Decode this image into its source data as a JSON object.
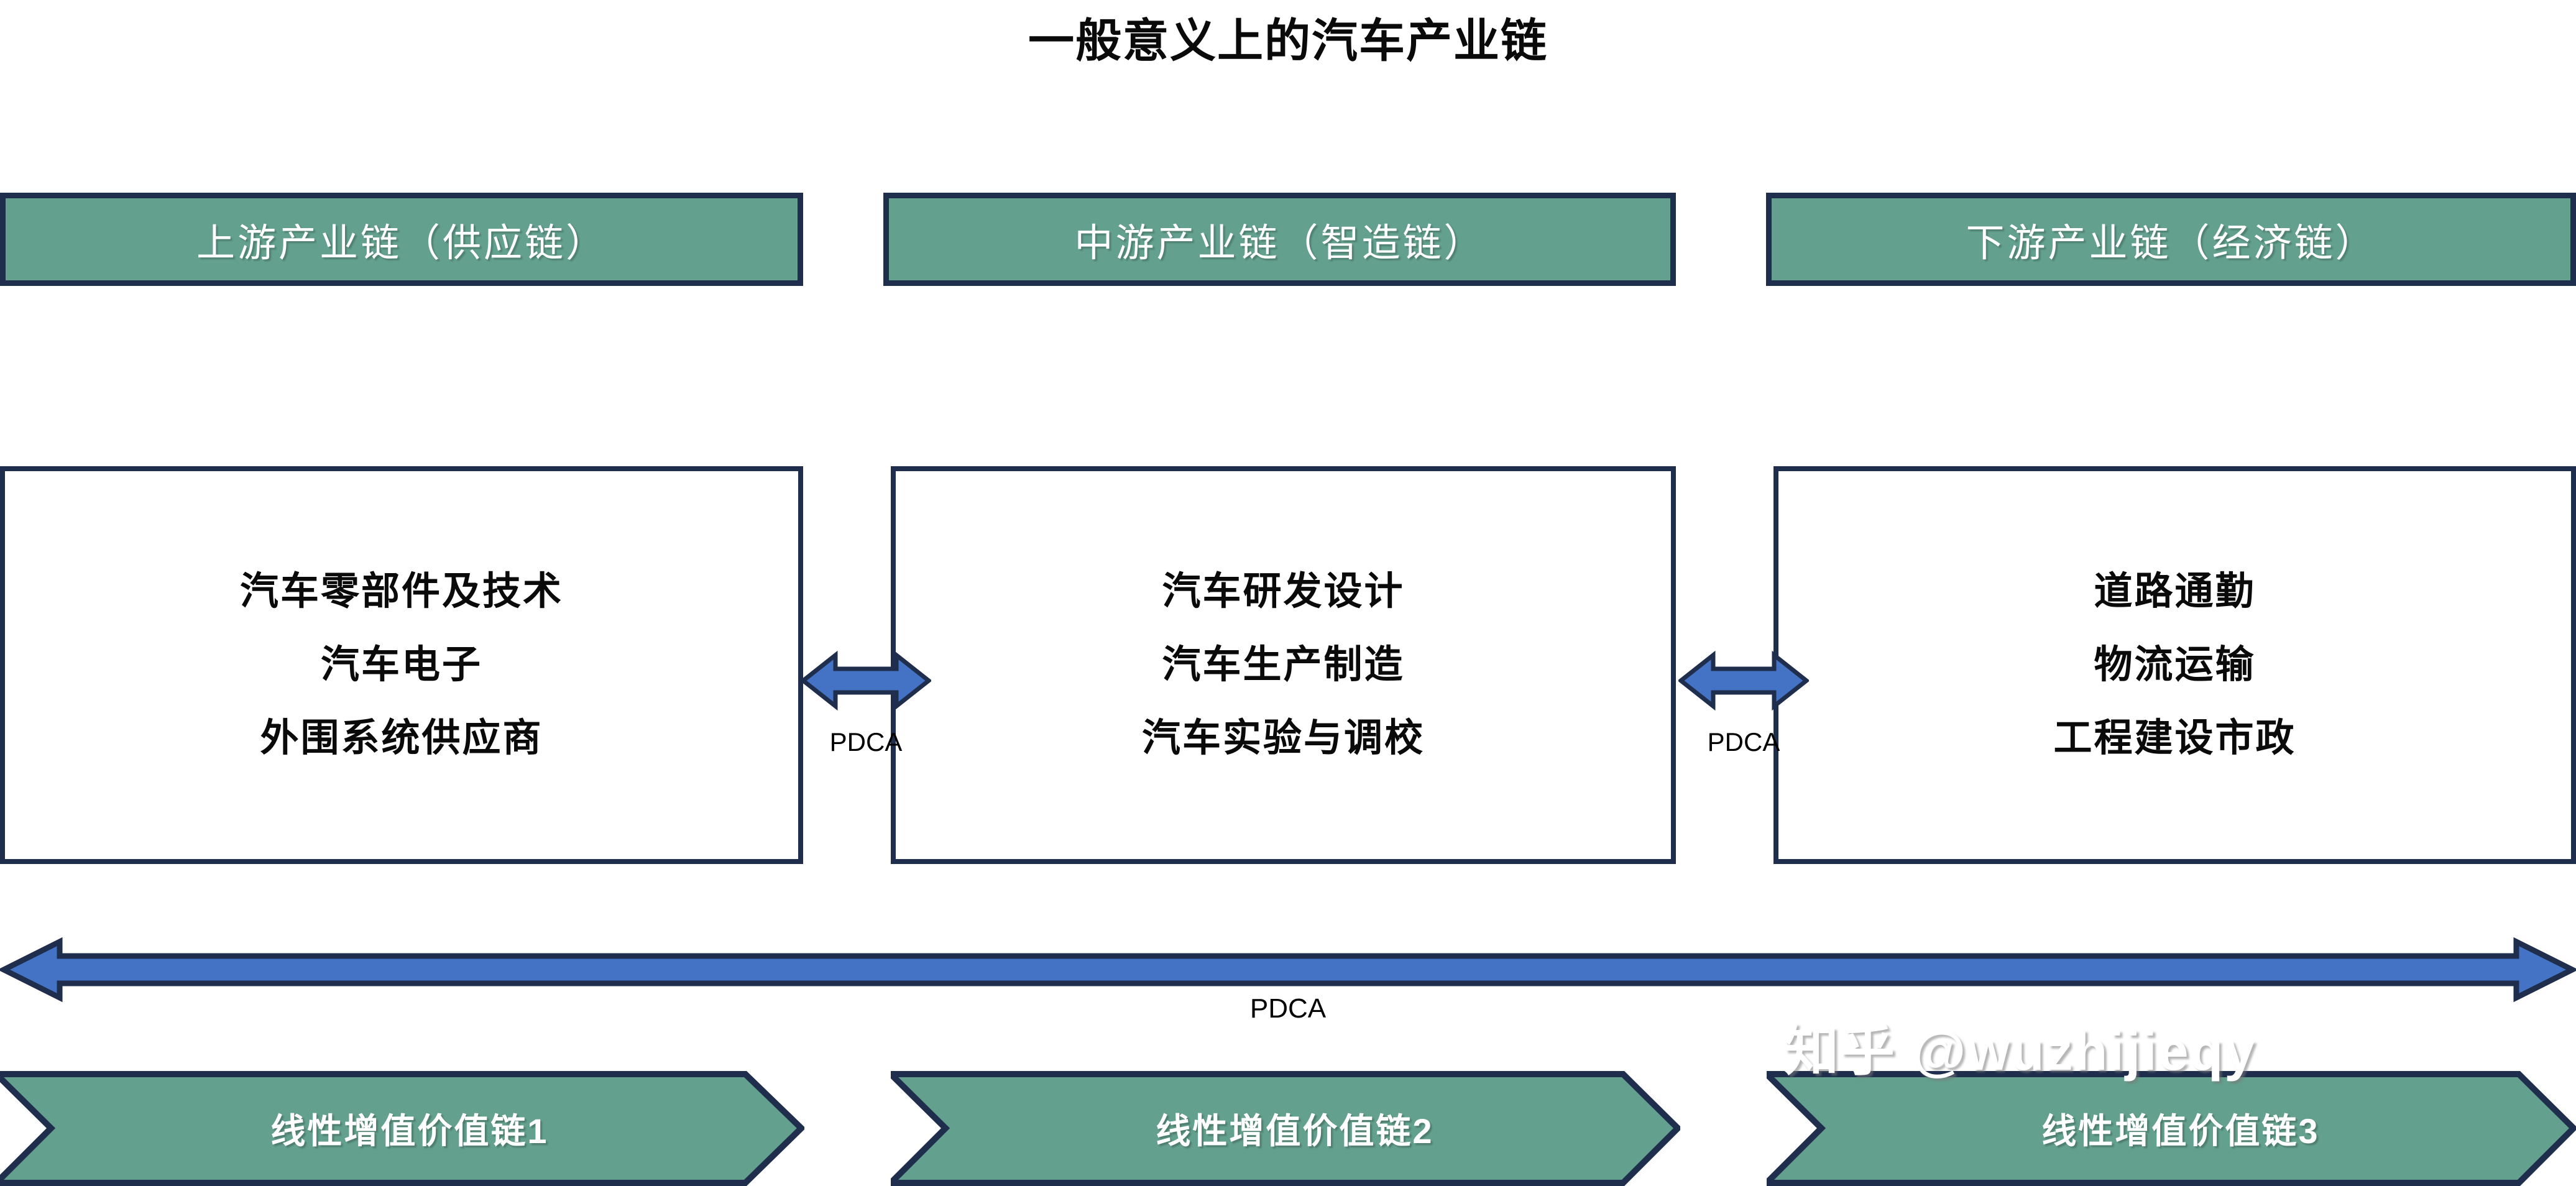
{
  "title": "一般意义上的汽车产业链",
  "colors": {
    "green_fill": "#63a08d",
    "navy_border": "#1f2e4d",
    "arrow_blue": "#4472c4",
    "box_fill": "#ffffff",
    "text_dark": "#0a0a0a",
    "text_light": "#ffffff"
  },
  "stages": [
    {
      "header": "上游产业链（供应链）",
      "items": [
        "汽车零部件及技术",
        "汽车电子",
        "外围系统供应商"
      ],
      "chevron": "线性增值价值链1"
    },
    {
      "header": "中游产业链（智造链）",
      "items": [
        "汽车研发设计",
        "汽车生产制造",
        "汽车实验与调校"
      ],
      "chevron": "线性增值价值链2"
    },
    {
      "header": "下游产业链（经济链）",
      "items": [
        "道路通勤",
        "物流运输",
        "工程建设市政"
      ],
      "chevron": "线性增值价值链3"
    }
  ],
  "connectors": [
    {
      "label": "PDCA"
    },
    {
      "label": "PDCA"
    }
  ],
  "long_arrow": {
    "label": "PDCA"
  },
  "watermark": "知乎 @wuzhijieqy"
}
